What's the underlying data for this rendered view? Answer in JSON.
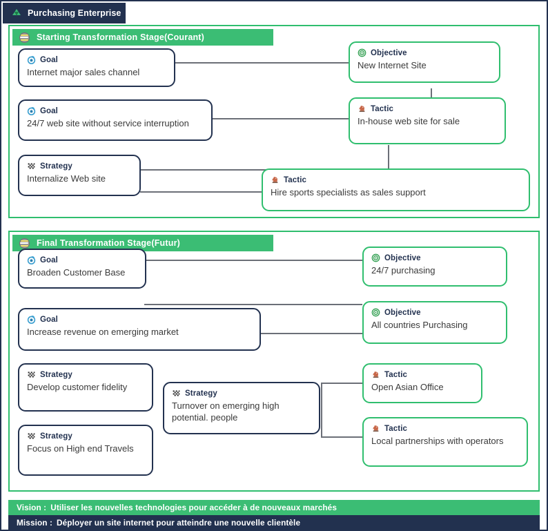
{
  "window": {
    "title": "Purchasing Enterprise",
    "title_icon": "triangle-logo-icon"
  },
  "colors": {
    "frame": "#22314f",
    "green": "#2fbe6e",
    "header_green": "#3bbd74",
    "navy": "#22314f",
    "connector": "#6b6f77",
    "goal_icon": "#3a9fd0",
    "objective_icon": "#2f9e4f",
    "tactic_icon": "#c8694b",
    "strategy_icon": "#2b2b2b"
  },
  "stages": [
    {
      "id": "starting",
      "label": "Starting Transformation Stage(Courant)",
      "icon": "stage-badge-icon",
      "cards": [
        {
          "type": "Goal",
          "icon": "goal-icon",
          "text": "Internet major sales channel"
        },
        {
          "type": "Goal",
          "icon": "goal-icon",
          "text": "24/7 web site without service interruption"
        },
        {
          "type": "Strategy",
          "icon": "strategy-icon",
          "text": "Internalize Web site"
        },
        {
          "type": "Objective",
          "icon": "objective-icon",
          "text": "New Internet Site"
        },
        {
          "type": "Tactic",
          "icon": "tactic-icon",
          "text": "In-house web site for sale"
        },
        {
          "type": "Tactic",
          "icon": "tactic-icon",
          "text": "Hire sports specialists as sales support"
        }
      ]
    },
    {
      "id": "final",
      "label": "Final Transformation Stage(Futur)",
      "icon": "stage-badge-icon",
      "cards": [
        {
          "type": "Goal",
          "icon": "goal-icon",
          "text": "Broaden Customer Base"
        },
        {
          "type": "Goal",
          "icon": "goal-icon",
          "text": "Increase revenue on emerging market"
        },
        {
          "type": "Strategy",
          "icon": "strategy-icon",
          "text": "Develop customer fidelity"
        },
        {
          "type": "Strategy",
          "icon": "strategy-icon",
          "text": "Focus on High end Travels"
        },
        {
          "type": "Strategy",
          "icon": "strategy-icon",
          "text": "Turnover on emerging high potential. people"
        },
        {
          "type": "Objective",
          "icon": "objective-icon",
          "text": "24/7 purchasing"
        },
        {
          "type": "Objective",
          "icon": "objective-icon",
          "text": "All countries Purchasing"
        },
        {
          "type": "Tactic",
          "icon": "tactic-icon",
          "text": "Open Asian Office"
        },
        {
          "type": "Tactic",
          "icon": "tactic-icon",
          "text": "Local partnerships with operators"
        }
      ]
    }
  ],
  "footer": {
    "vision_key": "Vision :",
    "vision_text": "Utiliser les nouvelles technologies pour accéder à de nouveaux marchés",
    "mission_key": "Mission :",
    "mission_text": "Déployer un site internet pour atteindre une nouvelle clientèle"
  }
}
